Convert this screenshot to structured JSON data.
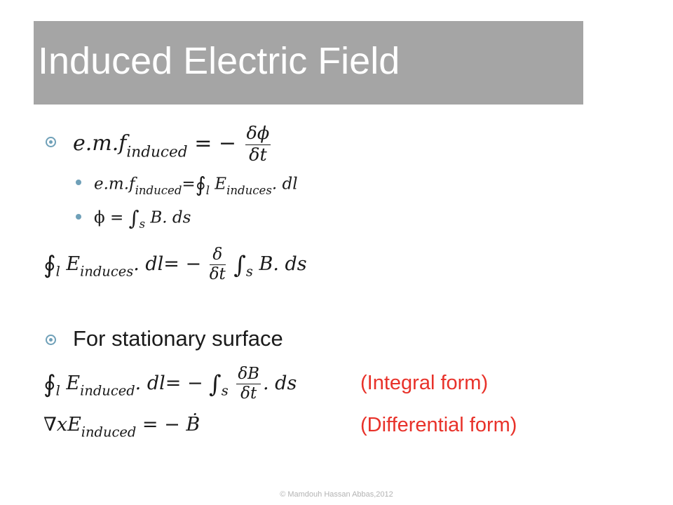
{
  "slide": {
    "title": "Induced Electric Field",
    "footer": "© Mamdouh Hassan Abbas,2012"
  },
  "eq1": {
    "lhs": "e.m.f",
    "lhs_sub": "induced",
    "rel": "= −",
    "frac_num": "δϕ",
    "frac_den": "δt"
  },
  "eq2": {
    "lhs": "e.m.f",
    "lhs_sub": "induced",
    "rel": "=",
    "integral": "∮",
    "int_sub": "l",
    "field": "E",
    "field_sub": "induces",
    "tail": ". dl"
  },
  "eq3": {
    "lhs": "ϕ",
    "rel": "=",
    "integral": "∫",
    "int_sub": "s",
    "tail": "B. ds"
  },
  "eq4": {
    "integral": "∮",
    "int_sub": "l",
    "field": "E",
    "field_sub": "induces",
    "mid": ". dl= −",
    "frac_num": "δ",
    "frac_den": "δt",
    "integral2": "∫",
    "int2_sub": "s",
    "tail": "B. ds"
  },
  "stationary_label": "For stationary surface",
  "eq5": {
    "integral": "∮",
    "int_sub": "l",
    "field": "E",
    "field_sub": "induced",
    "mid": ". dl= −",
    "integral2": "∫",
    "int2_sub": "s",
    "frac_num": "δB",
    "frac_den": "δt",
    "tail": ". ds",
    "form_label": "(Integral form)"
  },
  "eq6": {
    "lhs": "∇xE",
    "lhs_sub": "induced",
    "rel": "= −",
    "rhs": "Ḃ",
    "form_label": "(Differential form)"
  },
  "colors": {
    "title_bar": "#a5a5a5",
    "title_text": "#ffffff",
    "bullet": "#6fa0b8",
    "form_label": "#e8322a"
  }
}
